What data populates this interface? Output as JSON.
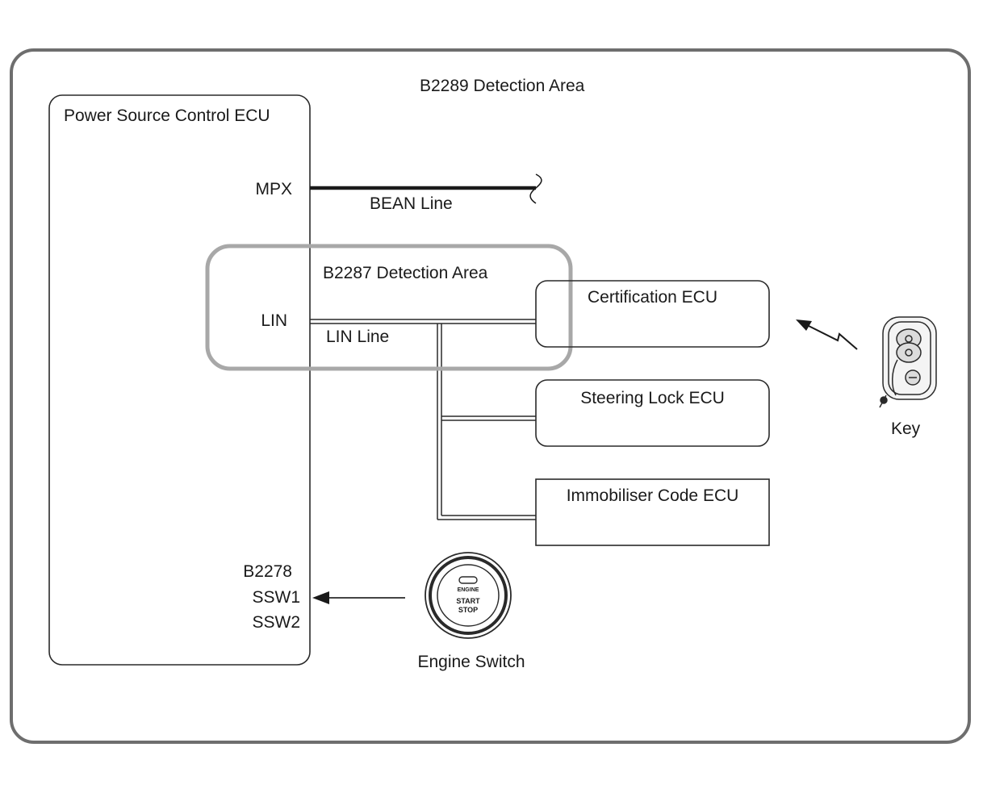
{
  "diagram": {
    "outer_area_label": "B2289 Detection Area",
    "inner_area_label": "B2287 Detection Area",
    "ecu_main": {
      "title": "Power Source Control ECU",
      "terminals": {
        "mpx": "MPX",
        "lin": "LIN",
        "b2278": "B2278",
        "ssw1": "SSW1",
        "ssw2": "SSW2"
      }
    },
    "lines": {
      "bean": "BEAN Line",
      "lin": "LIN Line"
    },
    "ecus": {
      "certification": "Certification ECU",
      "steering_lock": "Steering Lock ECU",
      "immobiliser": "Immobiliser Code ECU"
    },
    "key": {
      "label": "Key"
    },
    "engine_switch": {
      "label": "Engine Switch",
      "button_text_1": "ENGINE",
      "button_text_2": "START",
      "button_text_3": "STOP"
    },
    "colors": {
      "stroke": "#2a2a2a",
      "frame": "#6e6e6e",
      "highlight": "#a8a8a8"
    }
  }
}
